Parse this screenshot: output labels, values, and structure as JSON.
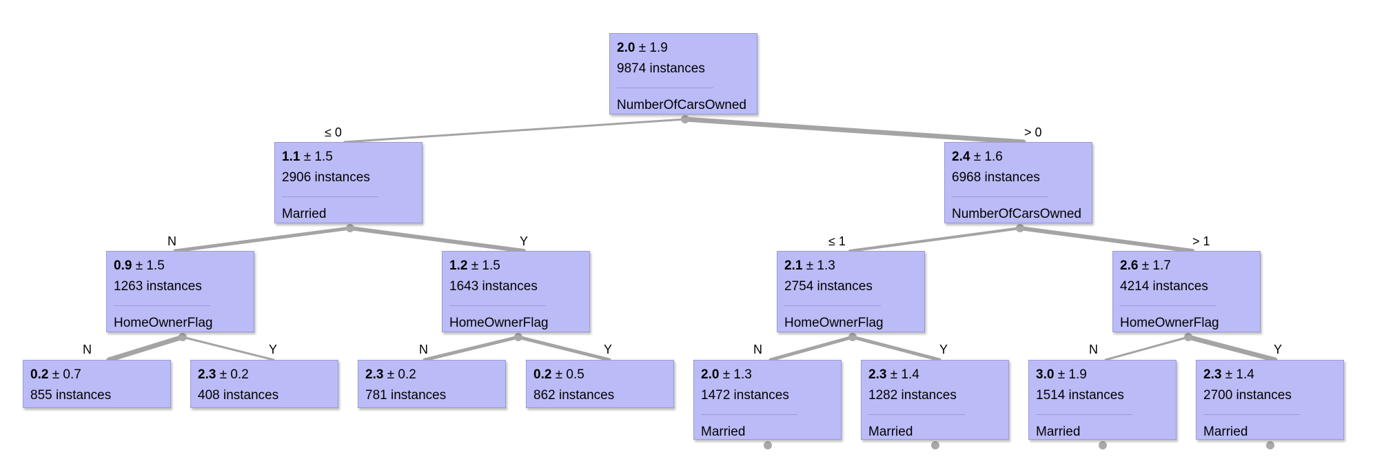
{
  "theme": {
    "node_fill": "#bbbbf7",
    "node_border": "#9a9ad8",
    "edge_color": "#a4a4a4"
  },
  "nodes": {
    "root": {
      "mean": "2.0",
      "sd": "± 1.9",
      "instances": "9874 instances",
      "split": "NumberOfCarsOwned"
    },
    "l": {
      "mean": "1.1",
      "sd": "± 1.5",
      "instances": "2906 instances",
      "split": "Married"
    },
    "r": {
      "mean": "2.4",
      "sd": "± 1.6",
      "instances": "6968 instances",
      "split": "NumberOfCarsOwned"
    },
    "ll": {
      "mean": "0.9",
      "sd": "± 1.5",
      "instances": "1263 instances",
      "split": "HomeOwnerFlag"
    },
    "lr": {
      "mean": "1.2",
      "sd": "± 1.5",
      "instances": "1643 instances",
      "split": "HomeOwnerFlag"
    },
    "rl": {
      "mean": "2.1",
      "sd": "± 1.3",
      "instances": "2754 instances",
      "split": "HomeOwnerFlag"
    },
    "rr": {
      "mean": "2.6",
      "sd": "± 1.7",
      "instances": "4214 instances",
      "split": "HomeOwnerFlag"
    },
    "lll": {
      "mean": "0.2",
      "sd": "± 0.7",
      "instances": "855 instances"
    },
    "llr": {
      "mean": "2.3",
      "sd": "± 0.2",
      "instances": "408 instances"
    },
    "lrl": {
      "mean": "2.3",
      "sd": "± 0.2",
      "instances": "781 instances"
    },
    "lrr": {
      "mean": "0.2",
      "sd": "± 0.5",
      "instances": "862 instances"
    },
    "rll": {
      "mean": "2.0",
      "sd": "± 1.3",
      "instances": "1472 instances",
      "split": "Married"
    },
    "rlr": {
      "mean": "2.3",
      "sd": "± 1.4",
      "instances": "1282 instances",
      "split": "Married"
    },
    "rrl": {
      "mean": "3.0",
      "sd": "± 1.9",
      "instances": "1514 instances",
      "split": "Married"
    },
    "rrr": {
      "mean": "2.3",
      "sd": "± 1.4",
      "instances": "2700 instances",
      "split": "Married"
    }
  },
  "branches": {
    "root_l": "≤ 0",
    "root_r": "> 0",
    "l_l": "N",
    "l_r": "Y",
    "r_l": "≤ 1",
    "r_r": "> 1",
    "ll_l": "N",
    "ll_r": "Y",
    "lr_l": "N",
    "lr_r": "Y",
    "rl_l": "N",
    "rl_r": "Y",
    "rr_l": "N",
    "rr_r": "Y"
  }
}
